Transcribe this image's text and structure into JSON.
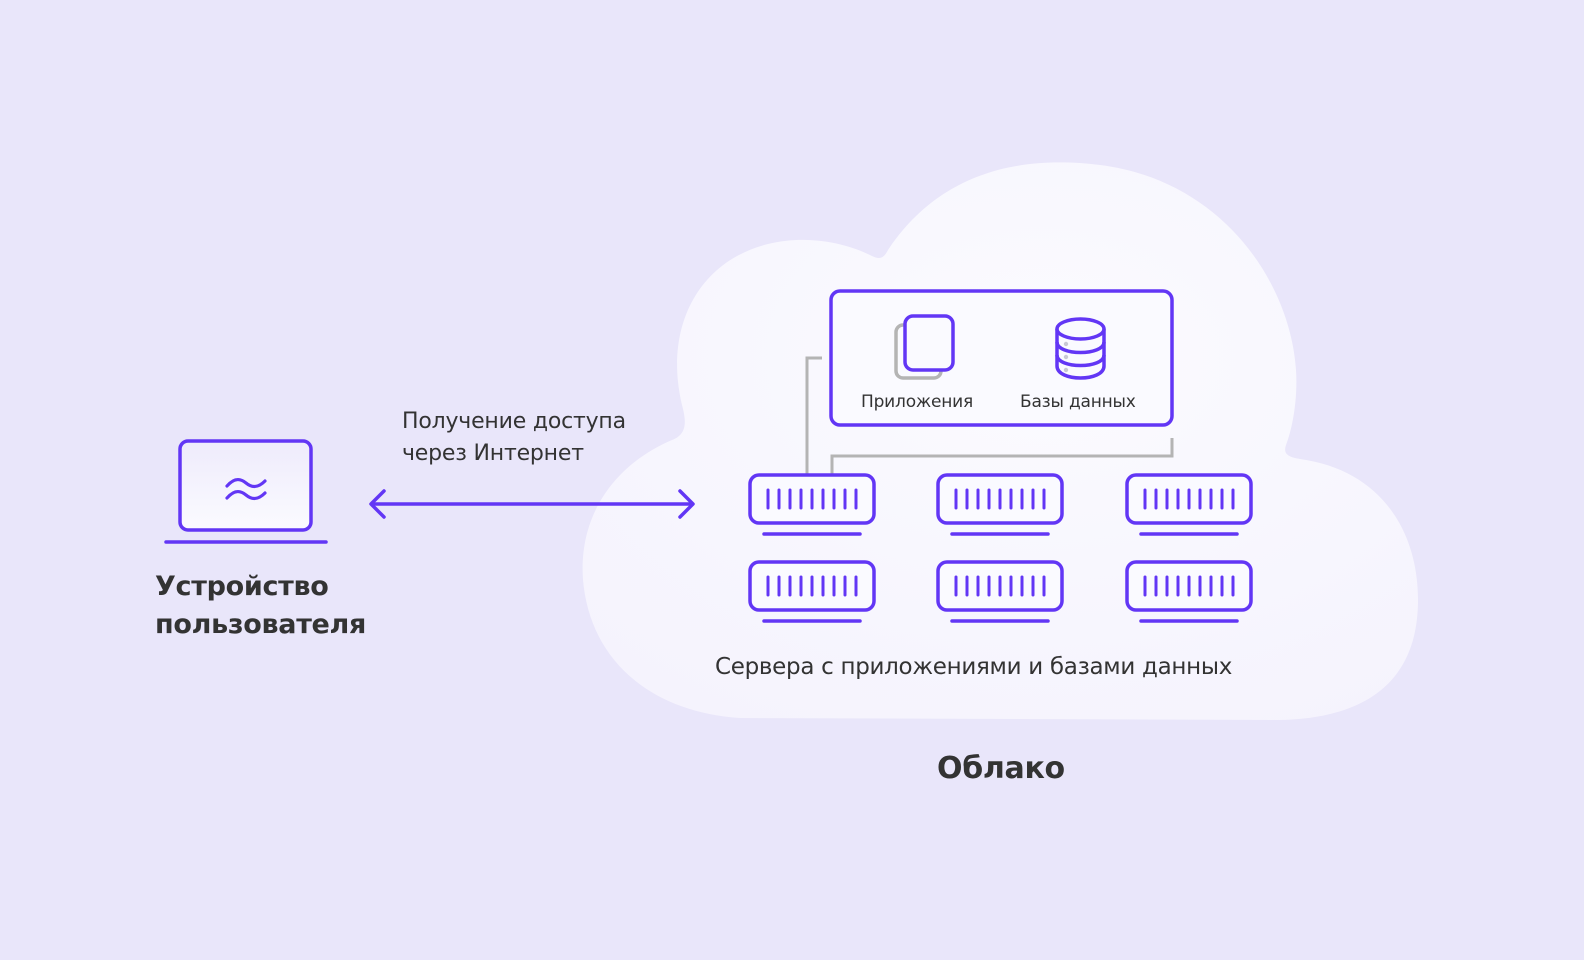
{
  "diagram": {
    "device": {
      "label_line1": "Устройство",
      "label_line2": "пользователя",
      "icon": "laptop-icon"
    },
    "connection": {
      "label_line1": "Получение доступа",
      "label_line2": "через Интернет",
      "icon": "double-arrow-icon"
    },
    "cloud": {
      "label": "Облако",
      "services_box": {
        "items": [
          {
            "label": "Приложения",
            "icon": "apps-icon"
          },
          {
            "label": "Базы данных",
            "icon": "database-icon"
          }
        ]
      },
      "servers": {
        "label": "Сервера с приложениями и базами данных",
        "count": 6,
        "rows": 2,
        "columns": 3,
        "icon": "server-icon"
      }
    }
  },
  "colors": {
    "background": "#e9e6fa",
    "cloud_fill": "#f8f7fe",
    "accent": "#6236f5",
    "connector_gray": "#b4b4b4",
    "text": "#333333"
  }
}
